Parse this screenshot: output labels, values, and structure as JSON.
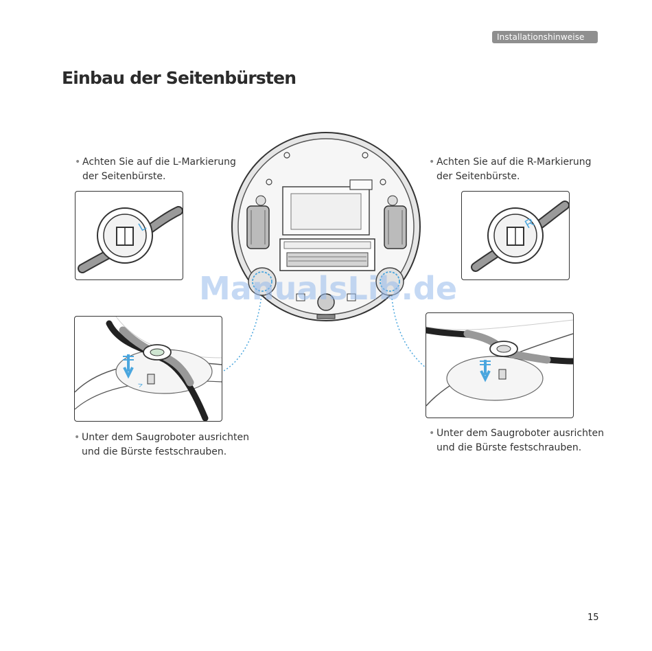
{
  "header": {
    "section_label": "Installationshinweise"
  },
  "title": "Einbau der Seitenbürsten",
  "left": {
    "instruction_top_line1": "Achten Sie auf die L-Markierung",
    "instruction_top_line2": "der Seitenbürste.",
    "mark_letter": "L",
    "instruction_bottom_line1": "Unter dem Saugroboter ausrichten",
    "instruction_bottom_line2": "und die Bürste festschrauben."
  },
  "right": {
    "instruction_top_line1": "Achten Sie auf die R-Markierung",
    "instruction_top_line2": "der Seitenbürste.",
    "mark_letter": "R",
    "instruction_bottom_line1": "Unter dem Saugroboter ausrichten",
    "instruction_bottom_line2": "und die Bürste festschrauben."
  },
  "watermark": "ManualsLib.de",
  "page_number": "15",
  "colors": {
    "badge": "#8f8f8f",
    "accent_blue": "#4aa6de",
    "watermark": "#96b9eb"
  }
}
